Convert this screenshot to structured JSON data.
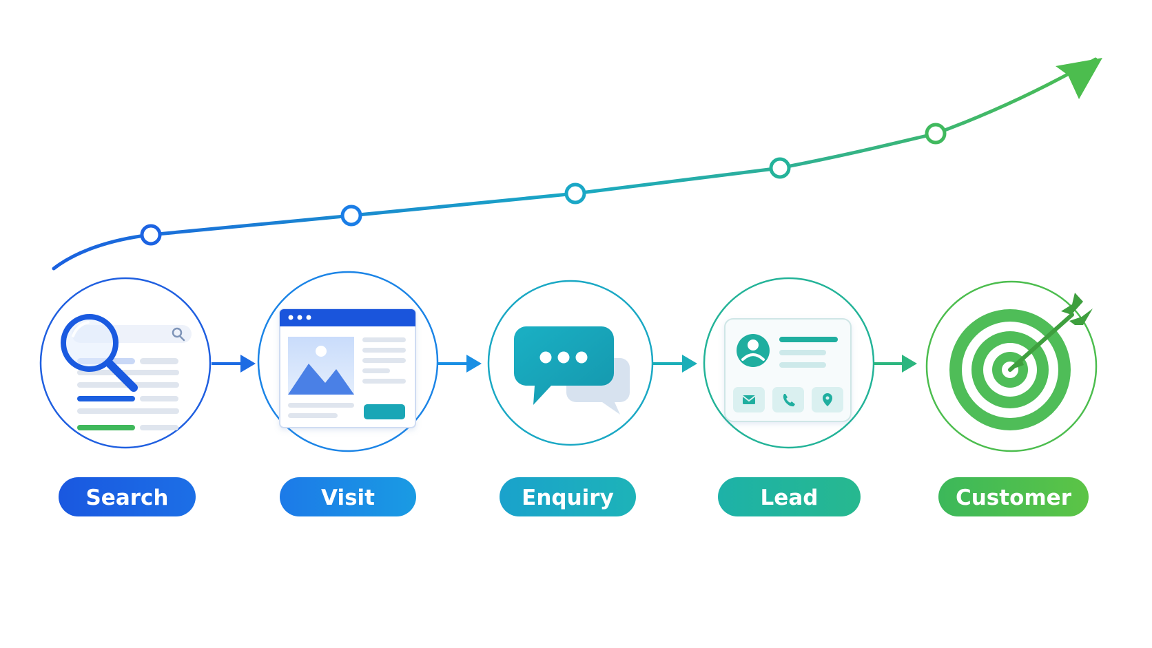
{
  "stages": [
    {
      "id": "search",
      "label": "Search",
      "color": "#1a5fe0",
      "icon": "search-icon"
    },
    {
      "id": "visit",
      "label": "Visit",
      "color": "#1a86e6",
      "icon": "webpage-icon"
    },
    {
      "id": "enquiry",
      "label": "Enquiry",
      "color": "#1aa8c4",
      "icon": "chat-icon"
    },
    {
      "id": "lead",
      "label": "Lead",
      "color": "#22b39a",
      "icon": "contact-card-icon"
    },
    {
      "id": "customer",
      "label": "Customer",
      "color": "#4cbd4e",
      "icon": "target-icon"
    }
  ],
  "growth_curve": {
    "from_color": "#1a5fe0",
    "to_color": "#4cbd4e",
    "icon": "growth-arrow-icon"
  }
}
